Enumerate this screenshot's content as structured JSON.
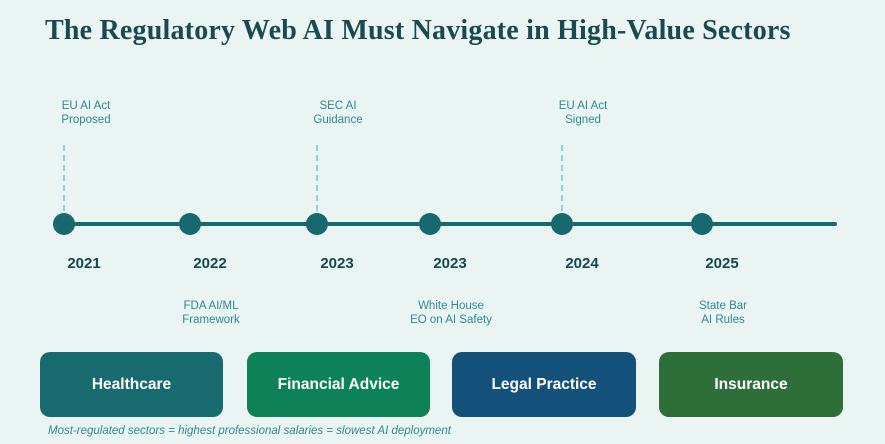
{
  "title": "The Regulatory Web AI Must Navigate in High-Value Sectors",
  "footnote": "Most-regulated sectors = highest professional salaries = slowest AI deployment",
  "colors": {
    "background": "#e9f4f3",
    "title_text": "#1a4a4f",
    "timeline_line": "#17696d",
    "timeline_dot": "#17696d",
    "connector_dash": "#8fd4d6",
    "event_label_text": "#2f8b8d",
    "year_text": "#15484c",
    "button_text": "#ffffff"
  },
  "timeline": {
    "events": [
      {
        "year": "2021",
        "label_position": "above",
        "label_lines": [
          "EU AI Act",
          "Proposed"
        ]
      },
      {
        "year": "2022",
        "label_position": "below",
        "label_lines": [
          "FDA AI/ML",
          "Framework"
        ]
      },
      {
        "year": "2023",
        "label_position": "above",
        "label_lines": [
          "SEC AI",
          "Guidance"
        ]
      },
      {
        "year": "2023",
        "label_position": "below",
        "label_lines": [
          "White House",
          "EO on AI Safety"
        ]
      },
      {
        "year": "2024",
        "label_position": "above",
        "label_lines": [
          "EU AI Act",
          "Signed"
        ]
      },
      {
        "year": "2025",
        "label_position": "below",
        "label_lines": [
          "State Bar",
          "AI Rules"
        ]
      }
    ]
  },
  "sectors": [
    {
      "label": "Healthcare",
      "color": "#176a6e"
    },
    {
      "label": "Financial Advice",
      "color": "#0d8157"
    },
    {
      "label": "Legal Practice",
      "color": "#13517a"
    },
    {
      "label": "Insurance",
      "color": "#2e6f39"
    }
  ]
}
